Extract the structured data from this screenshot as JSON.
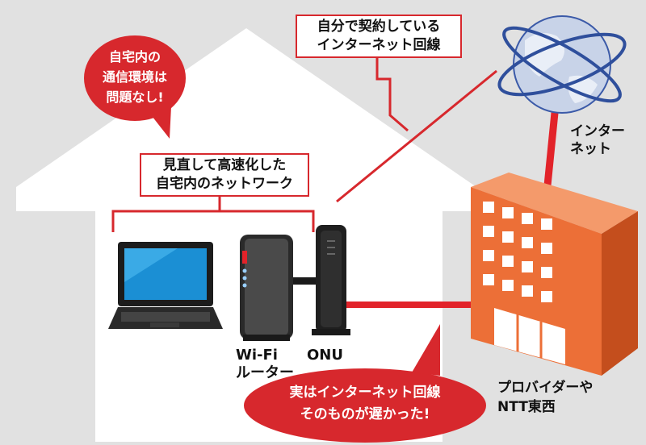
{
  "colors": {
    "accent_red": "#d7282d",
    "background": "#e1e1e1",
    "house": "#ffffff",
    "building_orange": "#ee7d4a",
    "globe_blue": "#3b5aa8"
  },
  "icons": [
    "laptop-icon",
    "wifi-router-icon",
    "onu-icon",
    "globe-icon",
    "building-icon"
  ],
  "bubble_top_left": [
    "自宅内の",
    "通信環境は",
    "問題なし!"
  ],
  "box_top_center": [
    "自分で契約している",
    "インターネット回線"
  ],
  "box_home_network": [
    "見直して高速化した",
    "自宅内のネットワーク"
  ],
  "label_internet": [
    "インター",
    "ネット"
  ],
  "label_wifi": [
    "Wi-Fi",
    "ルーター"
  ],
  "label_onu": "ONU",
  "label_provider": [
    "プロバイダーや",
    "NTT東西"
  ],
  "bubble_bottom": [
    "実はインターネット回線",
    "そのものが遅かった!"
  ]
}
